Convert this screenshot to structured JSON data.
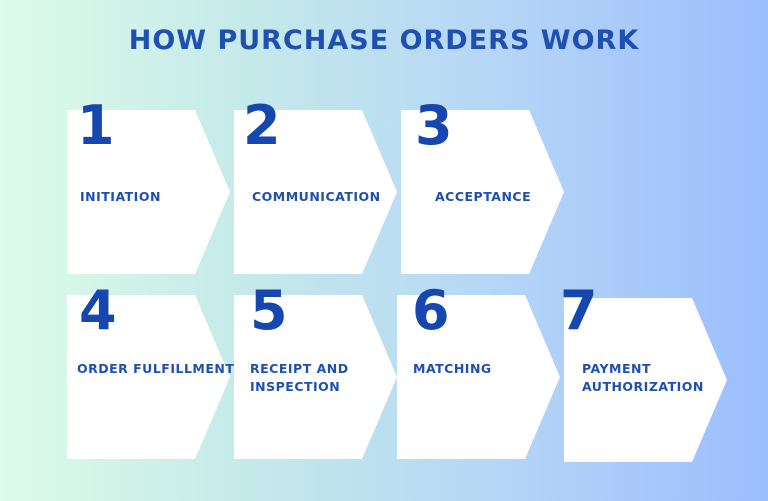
{
  "title": "HOW PURCHASE ORDERS WORK",
  "steps": [
    {
      "number": "1",
      "label": "INITIATION"
    },
    {
      "number": "2",
      "label": "COMMUNICATION"
    },
    {
      "number": "3",
      "label": "ACCEPTANCE"
    },
    {
      "number": "4",
      "label": "ORDER FULFILLMENT"
    },
    {
      "number": "5",
      "label_line1": "RECEIPT AND",
      "label_line2": "INSPECTION"
    },
    {
      "number": "6",
      "label": "MATCHING"
    },
    {
      "number": "7",
      "label_line1": "PAYMENT",
      "label_line2": "AUTHORIZATION"
    }
  ],
  "colors": {
    "shape": "#ffffff",
    "text": "#1f4fb0",
    "number": "#1647b0"
  }
}
